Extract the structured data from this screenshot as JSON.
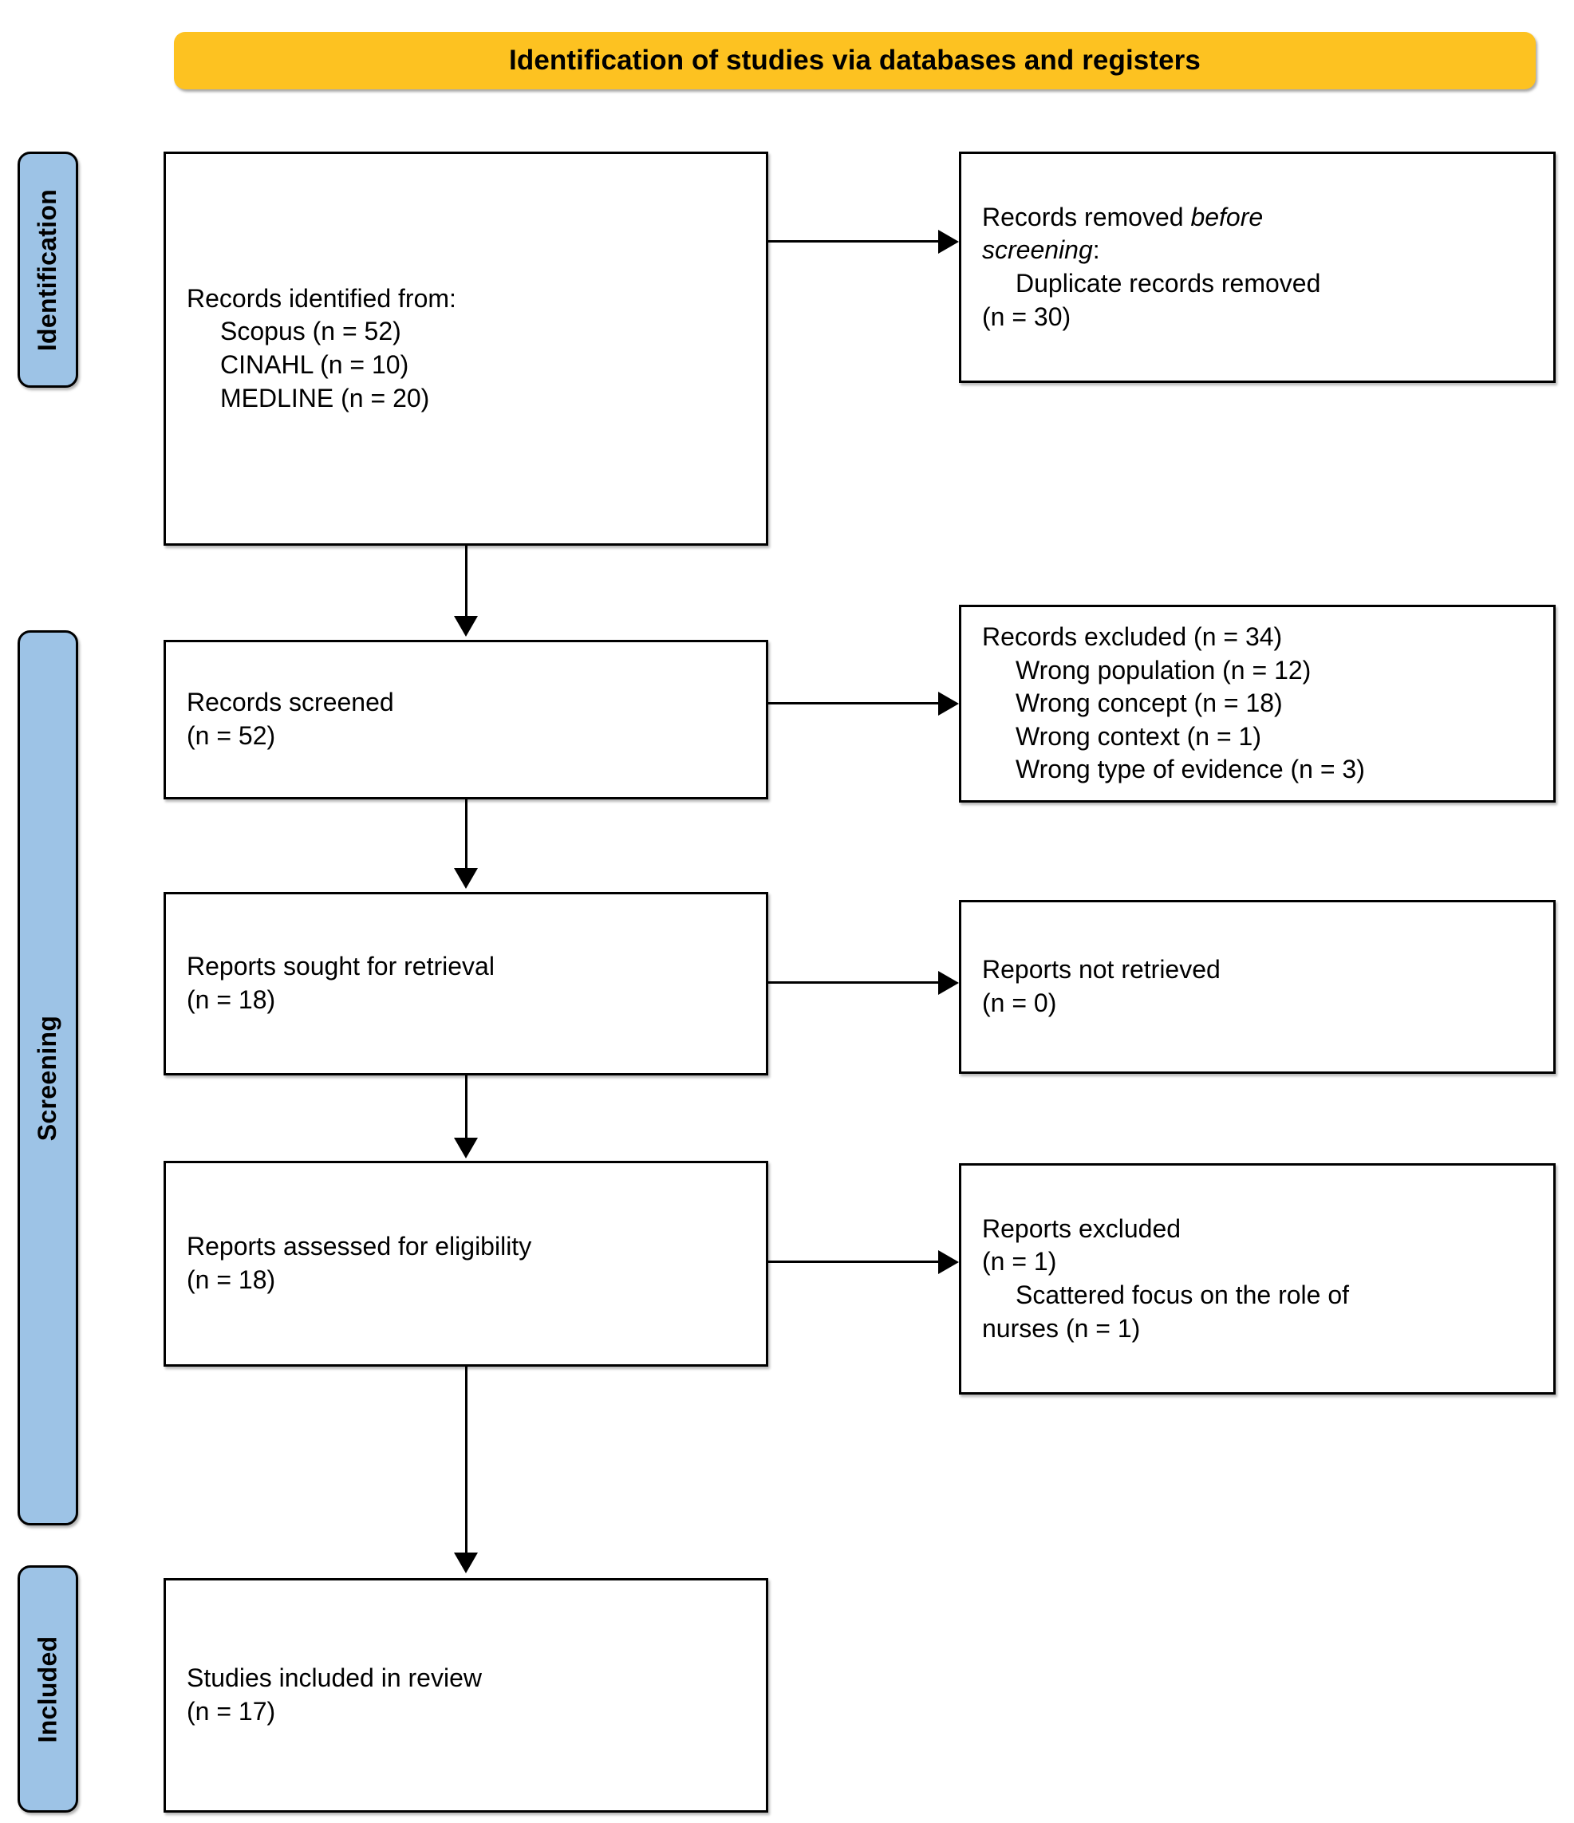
{
  "header": {
    "title": "Identification of studies via databases and registers",
    "background_color": "#fdc221"
  },
  "stages": {
    "background_color": "#9dc3e6",
    "items": [
      {
        "id": "identification",
        "label": "Identification"
      },
      {
        "id": "screening",
        "label": "Screening"
      },
      {
        "id": "included",
        "label": "Included"
      }
    ]
  },
  "boxes": {
    "identified": {
      "lines": [
        {
          "text": "Records identified from:",
          "indent": false
        },
        {
          "text": "Scopus (n = 52)",
          "indent": true
        },
        {
          "text": "CINAHL (n = 10)",
          "indent": true
        },
        {
          "text": "MEDLINE (n = 20)",
          "indent": true
        }
      ]
    },
    "removed": {
      "line1_plain": "Records removed ",
      "line1_italic": "before",
      "line2_italic": "screening",
      "line2_plain": ":",
      "lines": [
        {
          "text": "Duplicate records removed",
          "indent": true
        },
        {
          "text": "(n = 30)",
          "indent": true
        }
      ]
    },
    "screened": {
      "lines": [
        {
          "text": "Records screened",
          "indent": false
        },
        {
          "text": "(n = 52)",
          "indent": false
        }
      ]
    },
    "excluded_records": {
      "lines": [
        {
          "text": "Records excluded (n = 34)",
          "indent": false
        },
        {
          "text": "Wrong population (n = 12)",
          "indent": true
        },
        {
          "text": "Wrong concept (n = 18)",
          "indent": true
        },
        {
          "text": "Wrong context (n = 1)",
          "indent": true
        },
        {
          "text": "Wrong type of evidence (n = 3)",
          "indent": true
        }
      ]
    },
    "sought": {
      "lines": [
        {
          "text": "Reports sought for retrieval",
          "indent": false
        },
        {
          "text": "(n = 18)",
          "indent": false
        }
      ]
    },
    "not_retrieved": {
      "lines": [
        {
          "text": "Reports not retrieved",
          "indent": false
        },
        {
          "text": "(n = 0)",
          "indent": false
        }
      ]
    },
    "assessed": {
      "lines": [
        {
          "text": "Reports assessed for eligibility",
          "indent": false
        },
        {
          "text": "(n = 18)",
          "indent": false
        }
      ]
    },
    "excluded_reports": {
      "lines": [
        {
          "text": "Reports excluded",
          "indent": false
        },
        {
          "text": "(n = 1)",
          "indent": false
        },
        {
          "text": "Scattered focus on the role of",
          "indent": true
        },
        {
          "text": "nurses (n = 1)",
          "indent": false
        }
      ]
    },
    "included_studies": {
      "lines": [
        {
          "text": "Studies included in review",
          "indent": false
        },
        {
          "text": "(n = 17)",
          "indent": false
        }
      ]
    }
  }
}
